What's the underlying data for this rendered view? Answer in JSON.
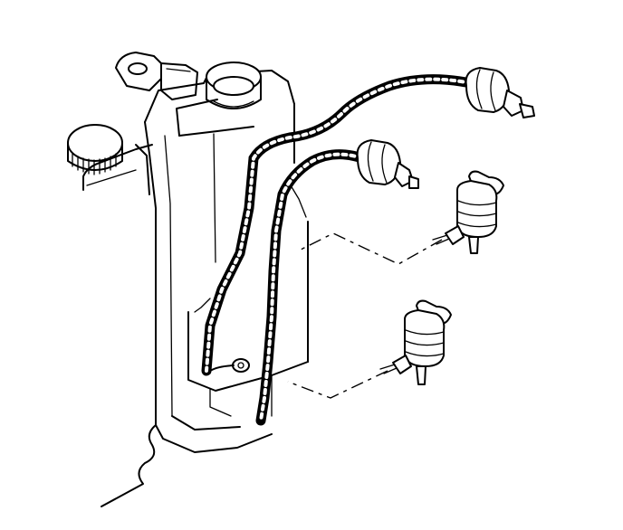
{
  "diagram": {
    "kind": "exploded-parts-illustration",
    "parts": [
      {
        "id": "washer-reservoir",
        "icon": "reservoir-tank-icon"
      },
      {
        "id": "reservoir-filler-cap",
        "icon": "filler-cap-icon"
      },
      {
        "id": "adjacent-reservoir-cap",
        "icon": "filler-cap-icon"
      },
      {
        "id": "wiring-harness-upper",
        "icon": "braided-harness-icon"
      },
      {
        "id": "wiring-harness-lower",
        "icon": "braided-harness-icon"
      },
      {
        "id": "connector-upper",
        "icon": "connector-icon"
      },
      {
        "id": "connector-lower",
        "icon": "connector-icon"
      },
      {
        "id": "washer-pump-upper",
        "icon": "pump-motor-icon"
      },
      {
        "id": "washer-pump-lower",
        "icon": "pump-motor-icon"
      },
      {
        "id": "harness-clip",
        "icon": "clip-icon"
      }
    ],
    "leader_lines": [
      {
        "from": "washer-pump-upper",
        "to": "washer-reservoir",
        "style": "dash-dot"
      },
      {
        "from": "washer-pump-lower",
        "to": "washer-reservoir",
        "style": "dash-dot"
      }
    ],
    "colors": {
      "ink": "#000000",
      "paper": "#ffffff"
    }
  }
}
